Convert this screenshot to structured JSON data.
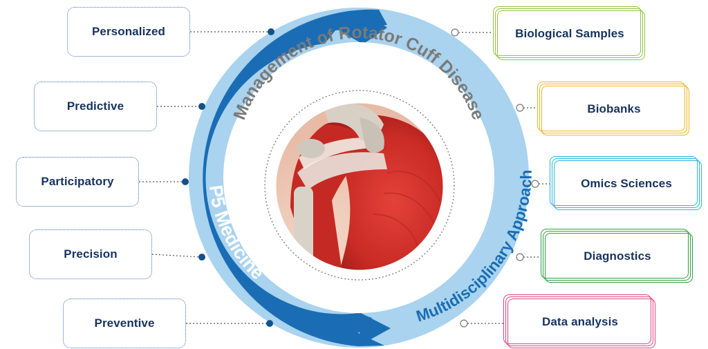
{
  "circle": {
    "top_title": "Management of Rotator Cuff Disease",
    "left_title": "P5 Medicine",
    "right_title": "Multidisciplinary Approach",
    "colors": {
      "dark_blue": "#1a6db4",
      "light_blue": "#a9d3ee",
      "title_gray": "#7a7a7a"
    }
  },
  "left_items": [
    {
      "label": "Personalized"
    },
    {
      "label": "Predictive"
    },
    {
      "label": "Participatory"
    },
    {
      "label": "Precision"
    },
    {
      "label": "Preventive"
    }
  ],
  "right_items": [
    {
      "label": "Biological Samples",
      "color": "#8cc63f"
    },
    {
      "label": "Biobanks",
      "color": "#f0b323"
    },
    {
      "label": "Omics Sciences",
      "color": "#29b6d8"
    },
    {
      "label": "Diagnostics",
      "color": "#2e9e3e"
    },
    {
      "label": "Data analysis",
      "color": "#e0407a"
    }
  ]
}
